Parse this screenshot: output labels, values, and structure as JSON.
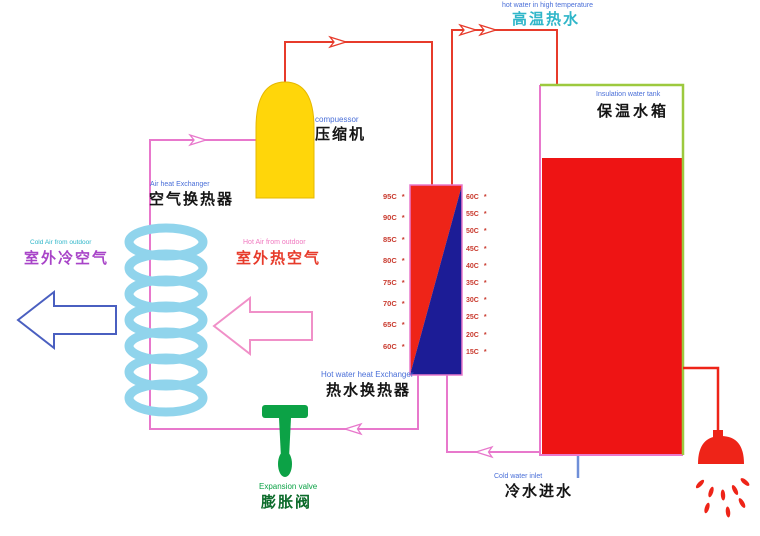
{
  "colors": {
    "hot_pipe": "#e73b2b",
    "refrigerant_pipe": "#e878cc",
    "cold_pipe": "#6f8fd8",
    "vent_green": "#9dc93e",
    "compressor_yellow": "#ffd60a",
    "compressor_edge": "#e6b800",
    "coil_blue": "#90d4ec",
    "hx_red": "#ee2418",
    "hx_navy": "#1c1c96",
    "hx_border": "#e878cc",
    "tank_red": "#ee1414",
    "tank_border": "#e878cc",
    "valve_green": "#0ca246",
    "shower_red": "#ee2418",
    "big_arrow_blue": "#4a5fc0",
    "big_arrow_pink": "#f090c8",
    "label_blue": "#4a6fd8",
    "label_cyan": "#2fb6c9",
    "label_purple": "#a844c8",
    "label_red": "#e73b2b",
    "label_pink": "#f07ac0",
    "label_green": "#0ca246",
    "label_dark_green": "#0b6b2a",
    "temp_red": "#c93a2e",
    "text_black": "#151515"
  },
  "labels": {
    "top_hot": {
      "en": "hot water in high temperature",
      "zh": "高温热水"
    },
    "compressor": {
      "en": "compuessor",
      "zh": "压缩机"
    },
    "air_hx": {
      "en": "Air heat Exchanger",
      "zh": "空气换热器"
    },
    "cold_air": {
      "en": "Cold Air from outdoor",
      "zh": "室外冷空气"
    },
    "hot_air": {
      "en": "Hot Air from outdoor",
      "zh": "室外热空气"
    },
    "water_hx": {
      "en": "Hot water heat Exchanger",
      "zh": "热水换热器"
    },
    "tank": {
      "en": "Insulation water tank",
      "zh": "保温水箱"
    },
    "valve": {
      "en": "Expansion valve",
      "zh": "膨胀阀"
    },
    "cold_inlet": {
      "en": "Cold water inlet",
      "zh": "冷水进水"
    }
  },
  "heat_exchanger": {
    "temps_left": [
      "95C",
      "90C",
      "85C",
      "80C",
      "75C",
      "70C",
      "65C",
      "60C"
    ],
    "temps_right": [
      "60C",
      "55C",
      "50C",
      "45C",
      "40C",
      "35C",
      "30C",
      "25C",
      "20C",
      "15C"
    ],
    "tick_mark": "*"
  }
}
